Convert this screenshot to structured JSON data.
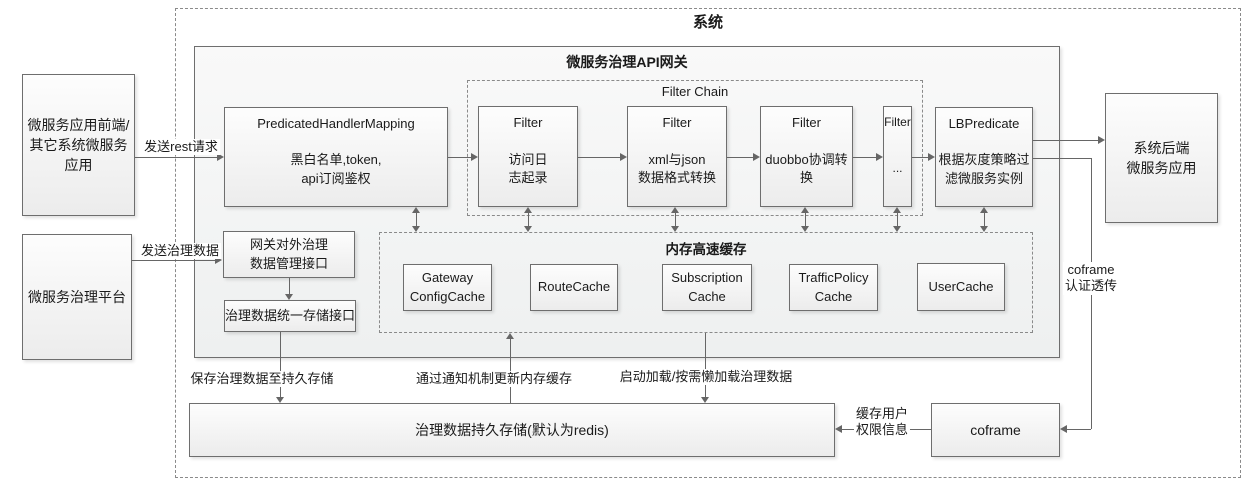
{
  "titles": {
    "system": "系统",
    "gateway": "微服务治理API网关",
    "filter_chain": "Filter Chain",
    "cache": "内存高速缓存"
  },
  "boxes": {
    "frontend": {
      "line1": "微服务应用前端/",
      "line2": "其它系统微服务",
      "line3": "应用"
    },
    "platform": {
      "label": "微服务治理平台"
    },
    "backend": {
      "line1": "系统后端",
      "line2": "微服务应用"
    },
    "phm": {
      "title": "PredicatedHandlerMapping",
      "line1": "黑白名单,token,",
      "line2": "api订阅鉴权"
    },
    "filter1": {
      "title": "Filter",
      "line1": "访问日",
      "line2": "志起录"
    },
    "filter2": {
      "title": "Filter",
      "line1": "xml与json",
      "line2": "数据格式转换"
    },
    "filter3": {
      "title": "Filter",
      "line1": "duobbo协调转",
      "line2": "换"
    },
    "filter4": {
      "title": "Filter",
      "line1": "..."
    },
    "lbpredicate": {
      "title": "LBPredicate",
      "line1": "根据灰度策略过",
      "line2": "滤微服务实例"
    },
    "gateway_config_cache": {
      "line1": "Gateway",
      "line2": "ConfigCache"
    },
    "route_cache": {
      "label": "RouteCache"
    },
    "subscription_cache": {
      "line1": "Subscription",
      "line2": "Cache"
    },
    "traffic_policy_cache": {
      "line1": "TrafficPolicy",
      "line2": "Cache"
    },
    "user_cache": {
      "label": "UserCache"
    },
    "gov_data_mgmt": {
      "line1": "网关对外治理",
      "line2": "数据管理接口"
    },
    "gov_data_store_if": {
      "label": "治理数据统一存储接口"
    },
    "persistent_store": {
      "label": "治理数据持久存储(默认为redis)"
    },
    "coframe": {
      "label": "coframe"
    }
  },
  "edge_labels": {
    "send_rest": "发送rest请求",
    "send_gov_data": "发送治理数据",
    "save_to_store": "保存治理数据至持久存储",
    "notify_update_cache": "通过通知机制更新内存缓存",
    "startup_lazy_load": "启动加载/按需懒加载治理数据",
    "cache_user_perm_line1": "缓存用户",
    "cache_user_perm_line2": "权限信息",
    "coframe_auth_line1": "coframe",
    "coframe_auth_line2": "认证透传"
  },
  "colors": {
    "line": "#666666",
    "border": "#6e6e6e",
    "dash": "#8a8a8a",
    "text": "#1a1a1a",
    "panel-fill": "#f0f2f2",
    "node-fill": "#ececec"
  }
}
